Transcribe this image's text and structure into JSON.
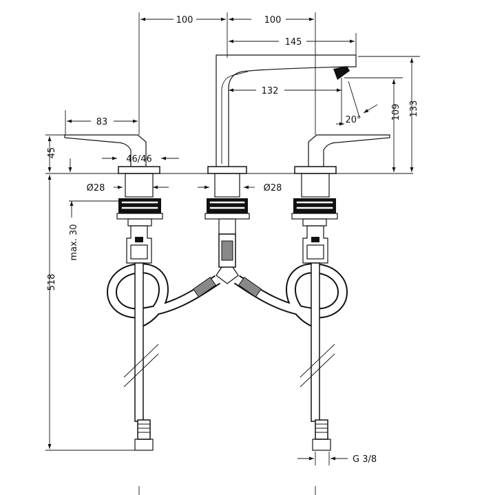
{
  "dimensions": {
    "spacing_left": "100",
    "spacing_right": "100",
    "spout_reach": "145",
    "handle_length": "83",
    "spout_inner": "132",
    "handle_height": "45",
    "handle_gap": "46/46",
    "left_diameter": "Ø28",
    "center_diameter": "Ø28",
    "max_thickness": "max. 30",
    "total_length": "518",
    "spout_height": "109",
    "total_height": "133",
    "angle": "20°",
    "connection": "G 3/8"
  }
}
